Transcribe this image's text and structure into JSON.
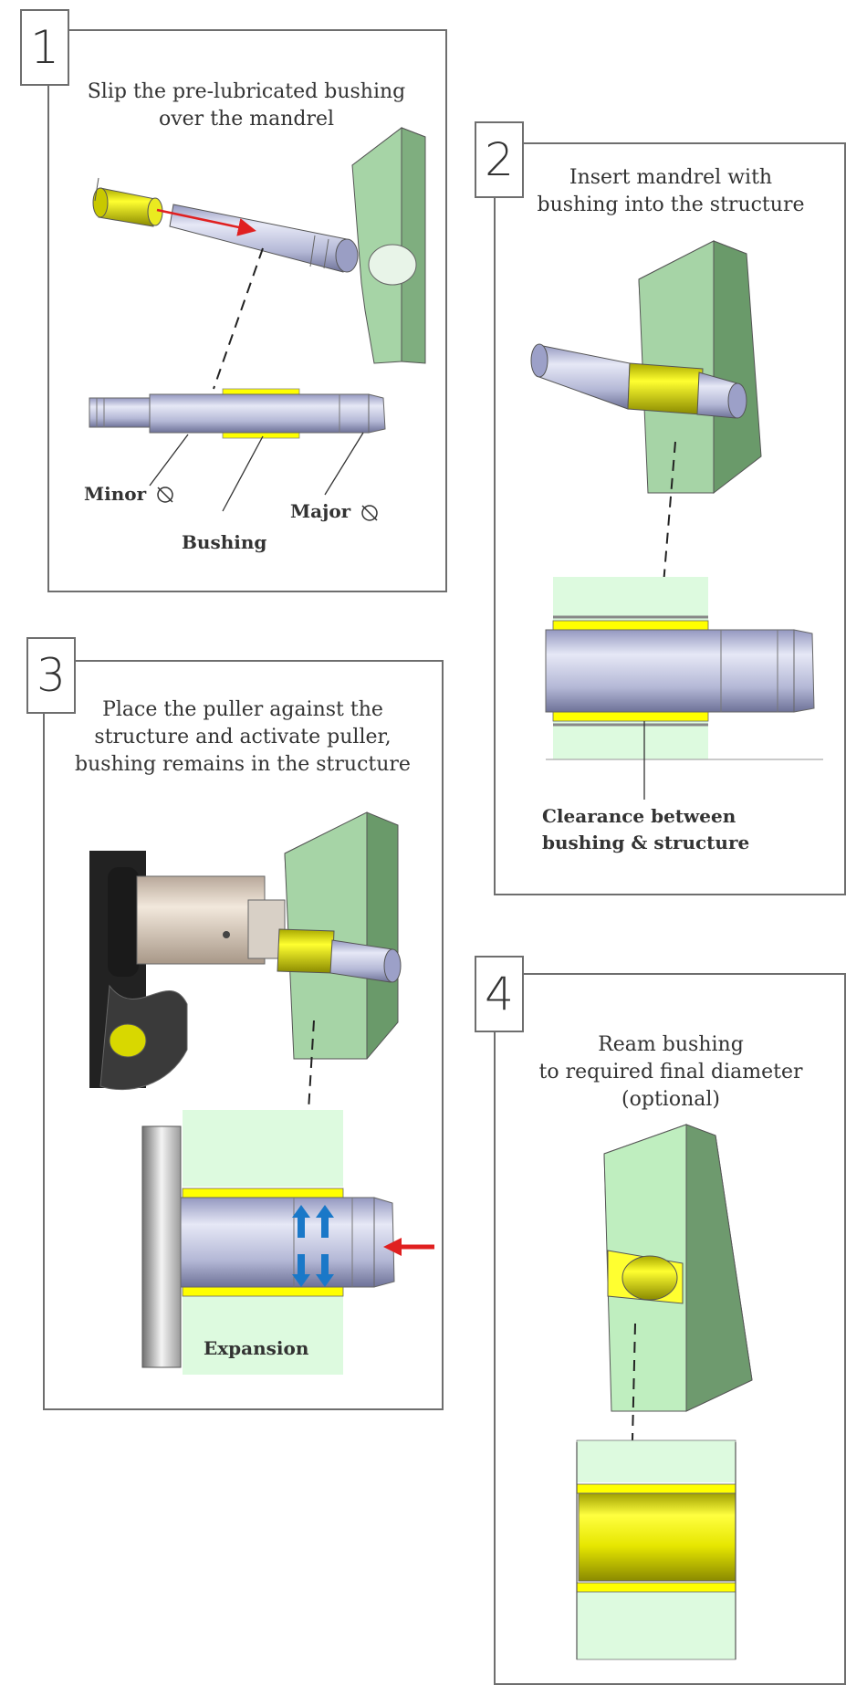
{
  "steps": [
    {
      "number": "1",
      "lines": [
        "Slip the pre-lubricated bushing",
        "over the mandrel"
      ]
    },
    {
      "number": "2",
      "lines": [
        "Insert mandrel with",
        "bushing into the structure"
      ]
    },
    {
      "number": "3",
      "lines": [
        "Place the puller  against the",
        "structure and activate puller,",
        "bushing remains in the structure"
      ]
    },
    {
      "number": "4",
      "lines": [
        "Ream bushing",
        "to required final diameter",
        "(optional)"
      ]
    }
  ],
  "labels": {
    "minor": "Minor",
    "major": "Major",
    "bushing": "Bushing",
    "clearance": [
      "Clearance  between",
      "bushing & structure"
    ],
    "expansion": "Expansion"
  },
  "colors": {
    "structure": "#a8d8a8",
    "structure_light": "#ddfadf",
    "bushing": "#ffff00",
    "mandrel": "#b8bcd8",
    "arrow_red": "#e02020",
    "arrow_blue": "#1a78c8"
  }
}
